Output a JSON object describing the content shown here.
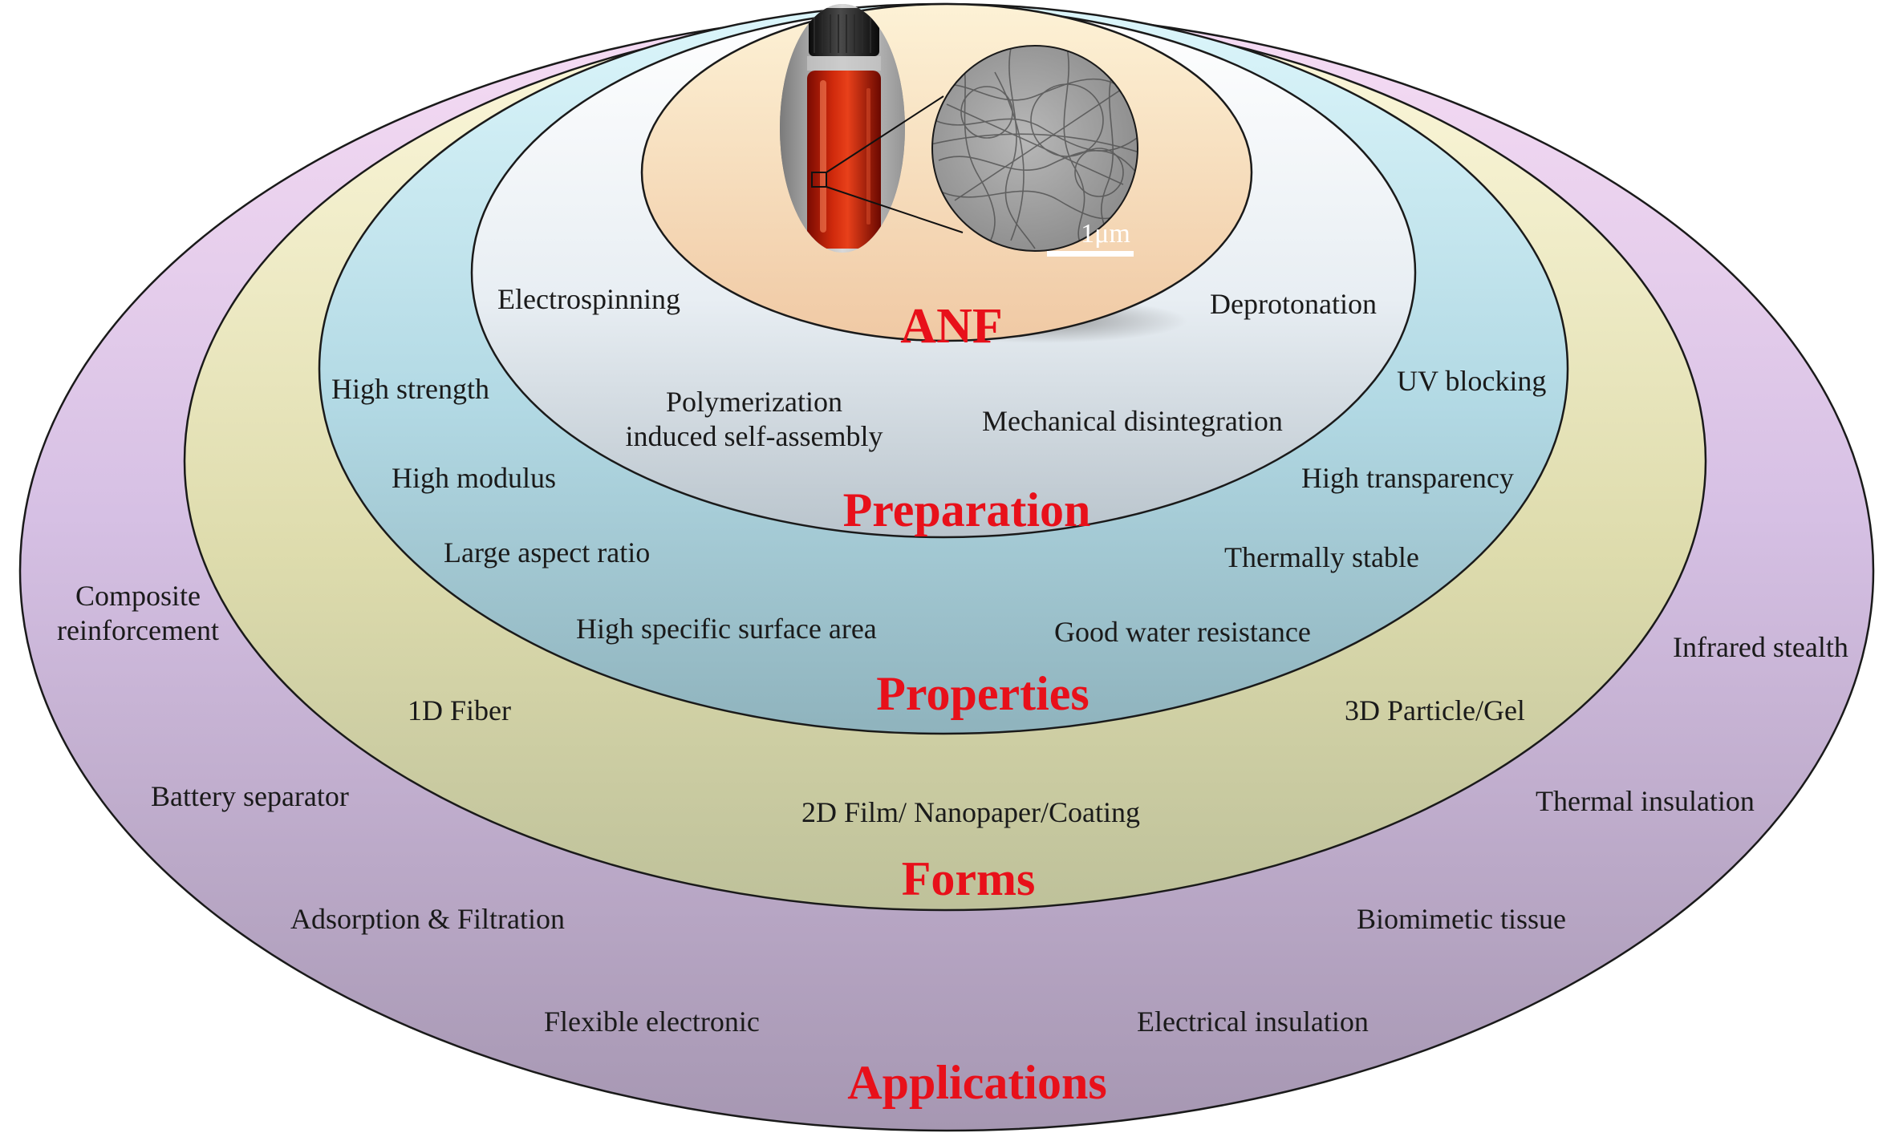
{
  "title_color": "#e8101a",
  "photo_caption": {
    "scale_bar": "1μm"
  },
  "layers": {
    "anf": {
      "title": "ANF"
    },
    "preparation": {
      "title": "Preparation",
      "items": [
        "Electrospinning",
        "Deprotonation",
        "Polymerization\ninduced self-assembly",
        "Mechanical disintegration"
      ]
    },
    "properties": {
      "title": "Properties",
      "items": [
        "High strength",
        "UV blocking",
        "High modulus",
        "High transparency",
        "Large aspect ratio",
        "Thermally stable",
        "High specific surface area",
        "Good water resistance"
      ]
    },
    "forms": {
      "title": "Forms",
      "items": [
        "1D Fiber",
        "3D Particle/Gel",
        "2D Film/ Nanopaper/Coating"
      ]
    },
    "applications": {
      "title": "Applications",
      "items": [
        "Composite\nreinforcement",
        "Infrared stealth",
        "Battery separator",
        "Thermal insulation",
        "Adsorption & Filtration",
        "Biomimetic tissue",
        "Flexible electronic",
        "Electrical insulation"
      ]
    }
  }
}
